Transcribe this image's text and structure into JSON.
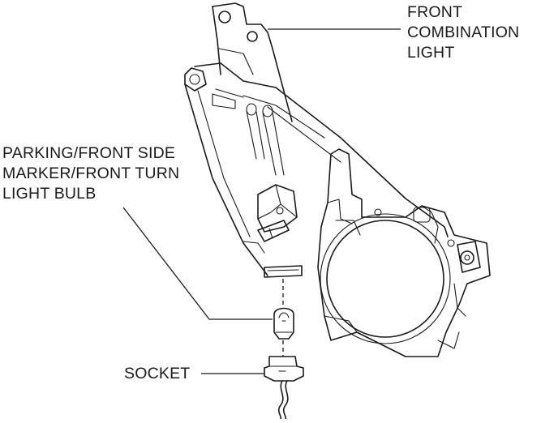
{
  "labels": {
    "front_combination_light": [
      "FRONT",
      "COMBINATION",
      "LIGHT"
    ],
    "bulb": [
      "PARKING/FRONT SIDE",
      "MARKER/FRONT TURN",
      "LIGHT BULB"
    ],
    "socket": "SOCKET"
  }
}
